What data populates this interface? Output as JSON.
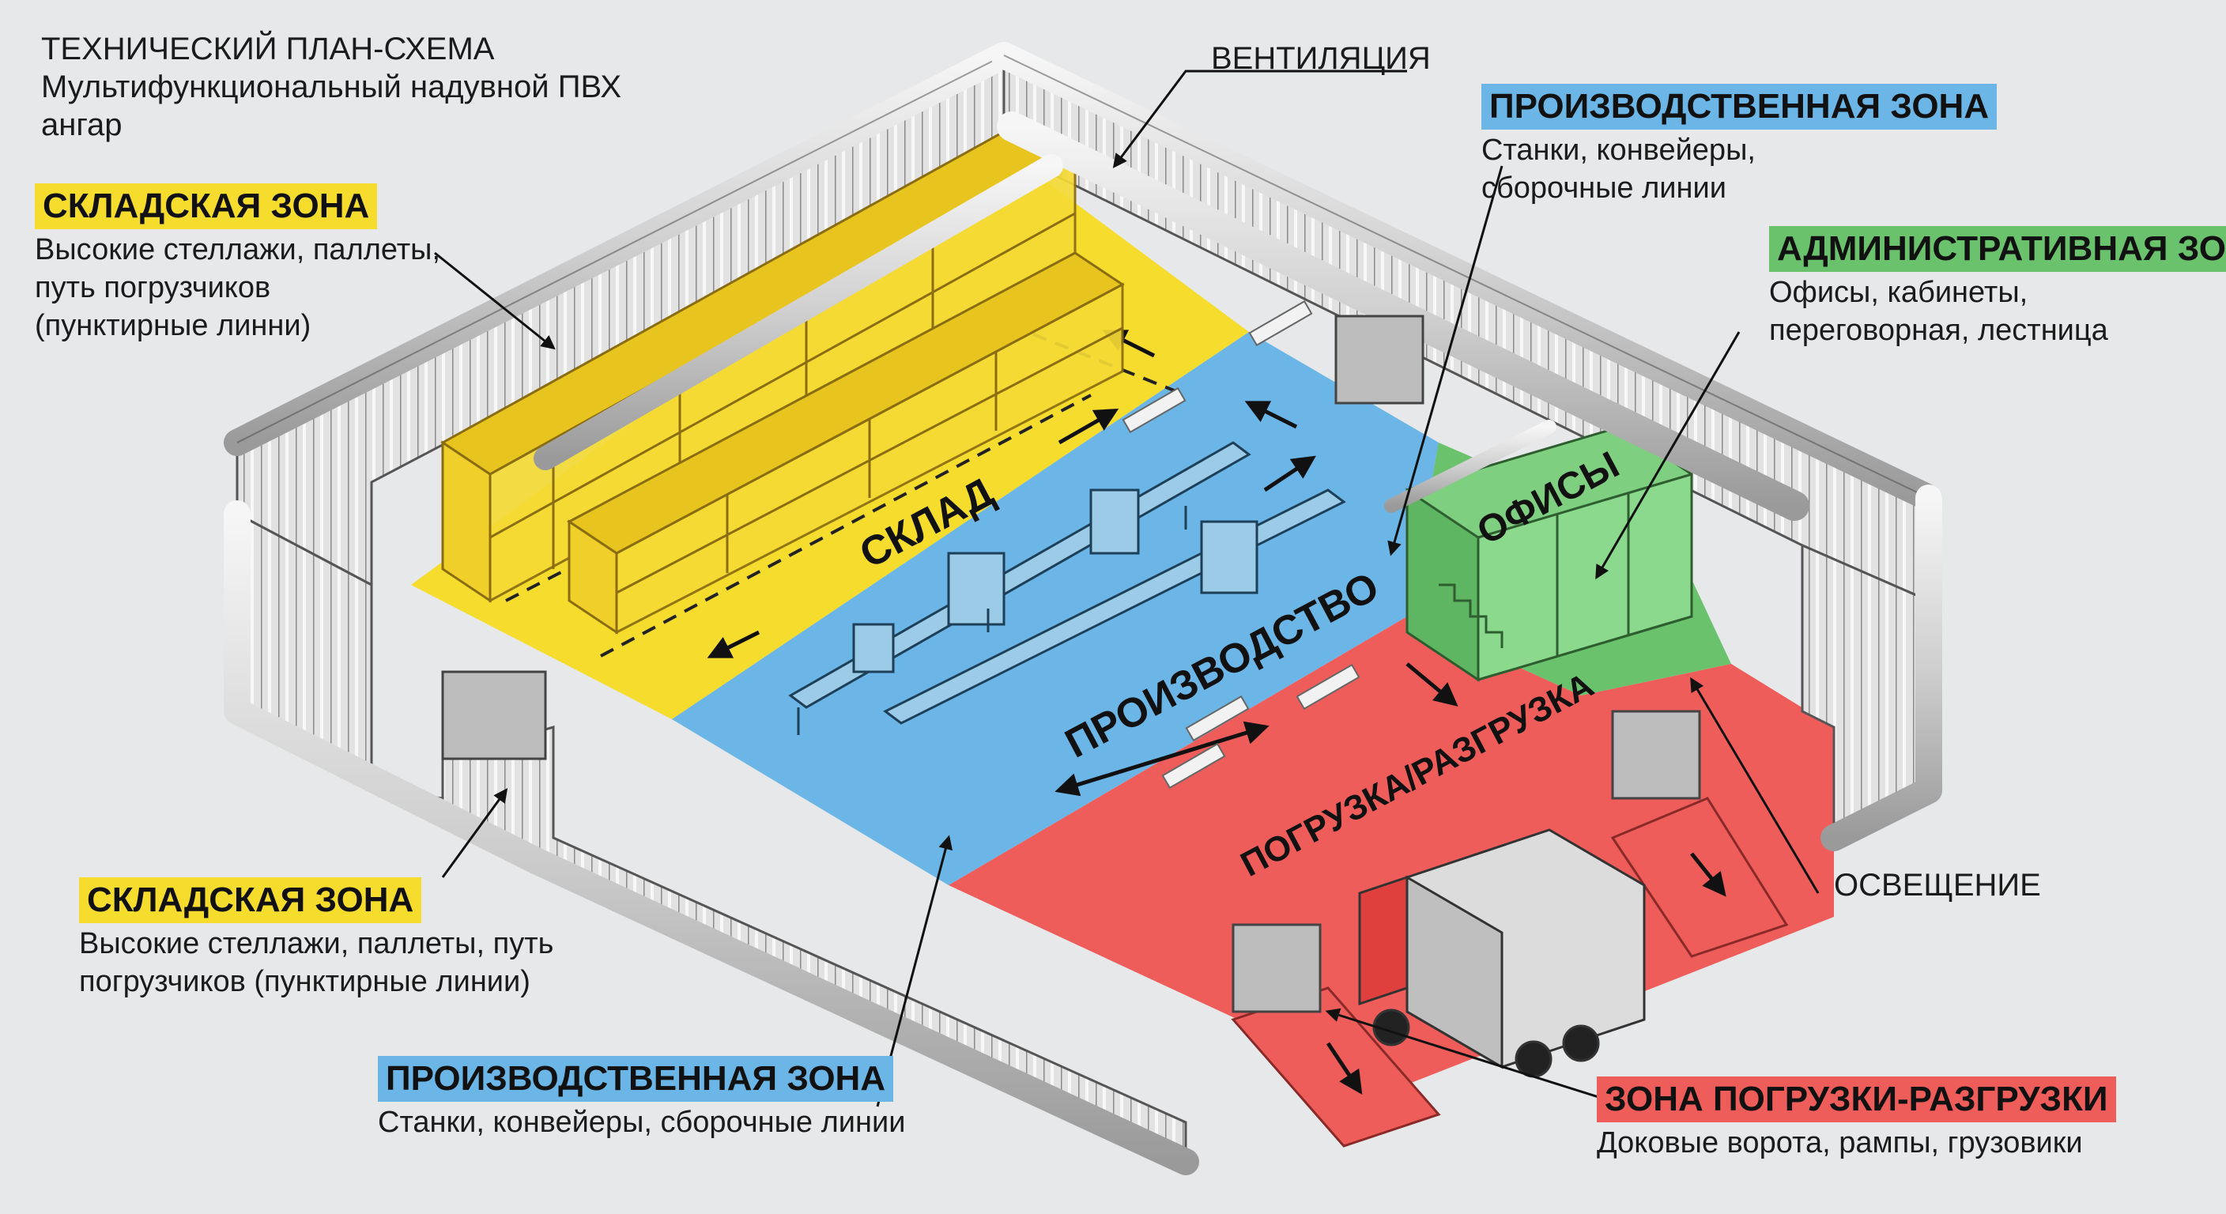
{
  "title": {
    "line1": "ТЕХНИЧЕСКИЙ ПЛАН-СХЕМА",
    "line2": "Мультифункциональный надувной ПВХ",
    "line3": "ангар"
  },
  "callouts": {
    "warehouse_top": {
      "heading": "СКЛАДСКАЯ ЗОНА",
      "line1": "Высокие стеллажи, паллеты,",
      "line2": "путь погрузчиков",
      "line3": "(пунктирные линни)"
    },
    "warehouse_bottom": {
      "heading": "СКЛАДСКАЯ ЗОНА",
      "line1": "Высокие стеллажи, паллеты, путь",
      "line2": "погрузчиков (пунктирные линии)"
    },
    "production_top": {
      "heading": "ПРОИЗВОДСТВЕННАЯ ЗОНА",
      "line1": "Станки, конвейеры,",
      "line2": "сборочные линии"
    },
    "production_bottom": {
      "heading": "ПРОИЗВОДСТВЕННАЯ ЗОНА",
      "line1": "Станки, конвейеры, сборочные линии"
    },
    "admin": {
      "heading": "АДМИНИСТРАТИВНАЯ ЗОНА",
      "line1": "Офисы, кабинеты,",
      "line2": "переговорная, лестница"
    },
    "loading": {
      "heading": "ЗОНА ПОГРУЗКИ-РАЗГРУЗКИ",
      "line1": "Доковые ворота, рампы, грузовики"
    }
  },
  "labels": {
    "ventilation": "ВЕНТИЛЯЦИЯ",
    "lighting": "ОСВЕЩЕНИЕ"
  },
  "floor_labels": {
    "warehouse": "СКЛАД",
    "production": "ПРОИЗВОДСТВО",
    "offices": "ОФИСЫ",
    "loading": "ПОГРУЗКА/РАЗГРУЗКА"
  },
  "colors": {
    "warehouse": "#f6dc2c",
    "production": "#6bb6e6",
    "admin": "#6bc26d",
    "loading": "#ef5d5b",
    "wall": "#d9d9d9",
    "background": "#e6e8ea"
  }
}
